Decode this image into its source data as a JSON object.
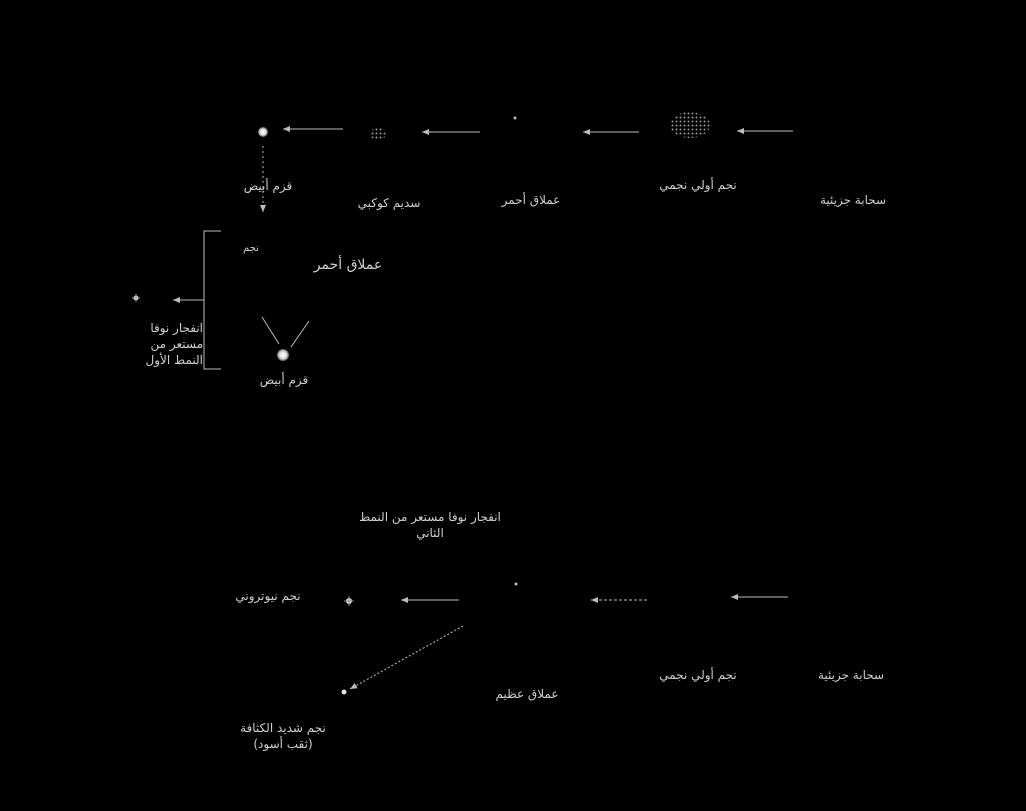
{
  "colors": {
    "background": "#000000",
    "line": "#bdbdbd",
    "text": "#d0d0d0"
  },
  "top_sequence": {
    "labels": {
      "cloud": "سحابة جزيئية",
      "protostar_main": "نجم أولي نجمي",
      "red_giant_1": "عملاق أحمر",
      "planetary_nebula": "سديم كوكبي",
      "white_dwarf": "قزم أبيض"
    }
  },
  "branch": {
    "labels": {
      "star_tag": "نجم",
      "red_giant_2": "عملاق أحمر",
      "white_dwarf_2": "قزم أبيض",
      "nova": "انفجار نوفا مستعر من النمط الأول"
    }
  },
  "bottom_sequence": {
    "labels": {
      "supernova_title": "انفجار نوفا مستعر من النمط الثاني",
      "neutron_star": "نجم نيوتروني",
      "cloud": "سحابة جزيئية",
      "protostar_main": "نجم أولي نجمي",
      "red_supergiant": "عملاق عظيم",
      "black_hole": "نجم شديد الكثافة (ثقب أسود)"
    }
  }
}
